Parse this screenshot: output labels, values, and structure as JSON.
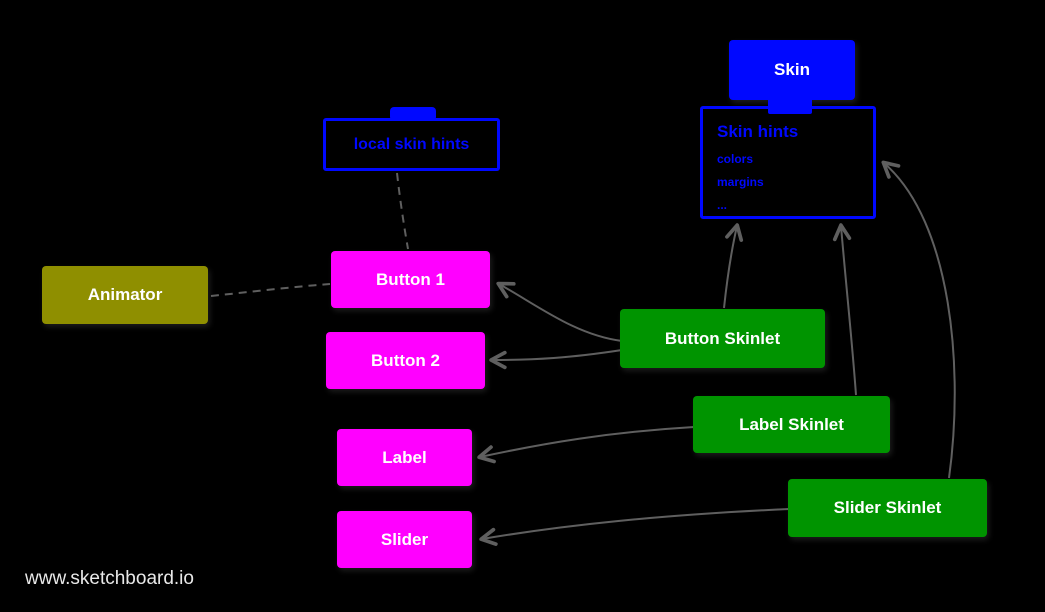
{
  "diagram": {
    "nodes": {
      "skin": {
        "label": "Skin"
      },
      "skin_hints": {
        "title": "Skin hints",
        "lines": [
          "colors",
          "margins",
          "..."
        ]
      },
      "local_skin_hints": {
        "label": "local skin hints"
      },
      "animator": {
        "label": "Animator"
      },
      "button1": {
        "label": "Button 1"
      },
      "button2": {
        "label": "Button 2"
      },
      "label": {
        "label": "Label"
      },
      "slider": {
        "label": "Slider"
      },
      "button_skinlet": {
        "label": "Button Skinlet"
      },
      "label_skinlet": {
        "label": "Label Skinlet"
      },
      "slider_skinlet": {
        "label": "Slider Skinlet"
      }
    },
    "edges": [
      {
        "from": "button_skinlet",
        "to": "button1",
        "style": "solid-arrow"
      },
      {
        "from": "button_skinlet",
        "to": "button2",
        "style": "solid-arrow"
      },
      {
        "from": "label_skinlet",
        "to": "label",
        "style": "solid-arrow"
      },
      {
        "from": "slider_skinlet",
        "to": "slider",
        "style": "solid-arrow"
      },
      {
        "from": "button_skinlet",
        "to": "skin_hints",
        "style": "solid-arrow"
      },
      {
        "from": "label_skinlet",
        "to": "skin_hints",
        "style": "solid-arrow"
      },
      {
        "from": "slider_skinlet",
        "to": "skin_hints",
        "style": "solid-arrow"
      },
      {
        "from": "animator",
        "to": "button1",
        "style": "dashed"
      },
      {
        "from": "local_skin_hints",
        "to": "button1",
        "style": "dashed"
      },
      {
        "from": "skin",
        "to": "skin_hints",
        "style": "attached-tab"
      }
    ],
    "colors": {
      "background": "#000000",
      "blue": "#0008ff",
      "magenta": "#ff00ff",
      "green": "#009400",
      "olive": "#8f8f00",
      "edge_gray": "#5f5f5f",
      "node_text": "#ffffff"
    },
    "footer": {
      "watermark": "www.sketchboard.io"
    }
  }
}
